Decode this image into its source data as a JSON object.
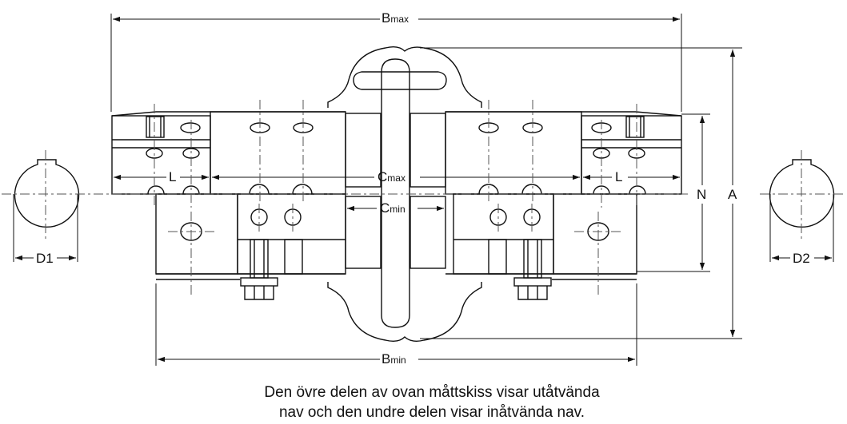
{
  "diagram": {
    "labels": {
      "b_max": "B",
      "b_max_sub": "max",
      "b_min": "B",
      "b_min_sub": "min",
      "c_max": "C",
      "c_max_sub": "max",
      "c_min": "C",
      "c_min_sub": "min",
      "l_left": "L",
      "l_right": "L",
      "n": "N",
      "a": "A",
      "d1": "D1",
      "d2": "D2"
    },
    "caption": {
      "line1": "Den övre delen av ovan måttskiss visar utåtvända",
      "line2": "nav och den undre delen visar inåtvända nav."
    },
    "colors": {
      "line": "#111111",
      "centerline": "#555555",
      "background": "#ffffff"
    }
  }
}
